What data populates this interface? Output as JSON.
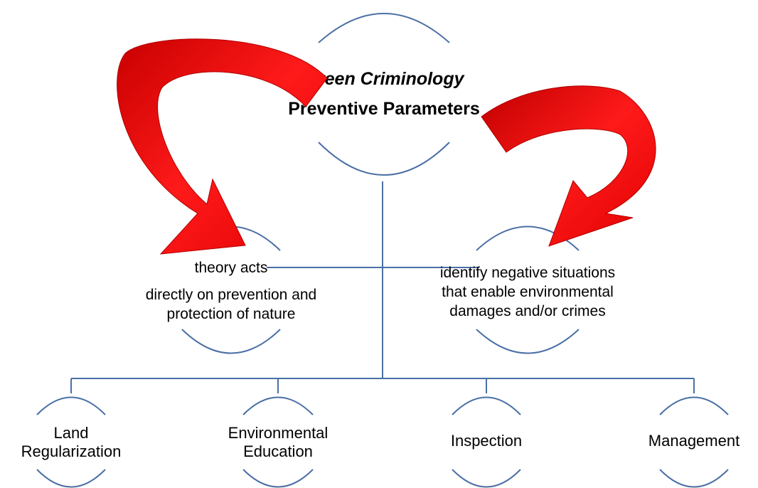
{
  "root": {
    "title_line1": "Green Criminology",
    "title_line2": "Preventive Parameters"
  },
  "middle": {
    "left": {
      "line1": "theory acts",
      "line2": "directly on prevention and",
      "line3": "protection of nature"
    },
    "right": {
      "line1": "identify negative situations",
      "line2": "that enable environmental",
      "line3": "damages and/or crimes"
    }
  },
  "leaves": [
    {
      "line1": "Land",
      "line2": "Regularization"
    },
    {
      "line1": "Environmental",
      "line2": "Education"
    },
    {
      "line1": "Inspection"
    },
    {
      "line1": "Management"
    }
  ],
  "colors": {
    "connector": "#4a6fa5",
    "arrow_fill": "#e00000",
    "arrow_edge": "#b00000",
    "text": "#000000"
  }
}
